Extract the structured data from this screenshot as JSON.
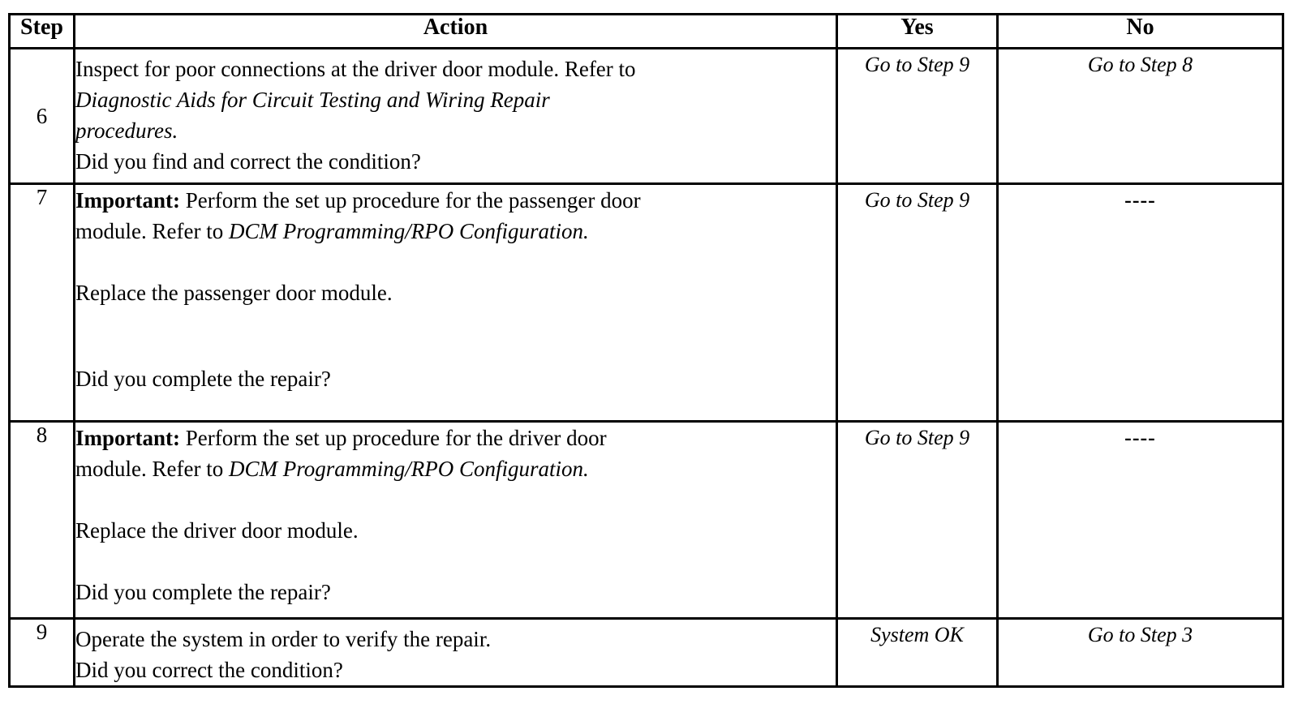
{
  "table": {
    "headers": {
      "step": "Step",
      "action": "Action",
      "yes": "Yes",
      "no": "No"
    },
    "rows": [
      {
        "step": "6",
        "action_lines": [
          "Inspect for poor connections at the driver door module. Refer to",
          "Diagnostic Aids for Circuit Testing and Wiring Repair",
          "procedures.",
          "Did you find and correct the condition?"
        ],
        "action_l1_plain": "Inspect for poor connections at the driver door module. Refer to",
        "action_l2_italic": "Diagnostic Aids for Circuit Testing and Wiring Repair",
        "action_l3_italic": "procedures.",
        "action_l4_plain": "Did you find and correct the condition?",
        "yes": "Go to Step 9",
        "no": "Go to Step 8"
      },
      {
        "step": "7",
        "important_label": "Important:",
        "action_l1_plain": " Perform the set up procedure for the passenger door",
        "action_l2_prefix": "module. Refer to ",
        "action_l2_italic": "DCM Programming/RPO Configuration.",
        "action_l3_plain": "Replace the passenger door module.",
        "action_l4_plain": "Did you complete the repair?",
        "yes": "Go to Step 9",
        "no": "----"
      },
      {
        "step": "8",
        "important_label": "Important:",
        "action_l1_plain": " Perform the set up procedure for the driver door",
        "action_l2_prefix": "module. Refer to ",
        "action_l2_italic": "DCM Programming/RPO Configuration.",
        "action_l3_plain": "Replace the driver door module.",
        "action_l4_plain": "Did you complete the repair?",
        "yes": "Go to Step 9",
        "no": "----"
      },
      {
        "step": "9",
        "action_l1_plain": "Operate the system in order to verify the repair.",
        "action_l2_plain": "Did you correct the condition?",
        "yes": "System OK",
        "no": "Go to Step 3"
      }
    ]
  },
  "colors": {
    "border": "#000000",
    "text": "#000000",
    "background": "#ffffff"
  }
}
